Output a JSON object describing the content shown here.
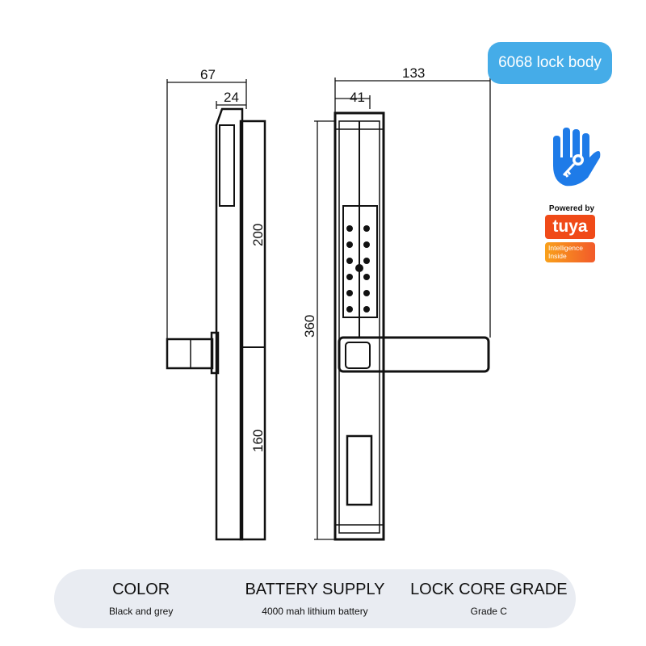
{
  "badge": "6068 lock body",
  "dimensions": {
    "total_depth": "67",
    "front_depth": "24",
    "upper_height": "200",
    "lower_height": "160",
    "total_height": "360",
    "handle_length": "133",
    "body_width": "41"
  },
  "branding": {
    "powered_by": "Powered by",
    "tuya": "tuya",
    "intelligence": "Intelligence",
    "inside": "Inside"
  },
  "specs": [
    {
      "title": "COLOR",
      "value": "Black and grey"
    },
    {
      "title": "BATTERY SUPPLY",
      "value": "4000 mah lithium battery"
    },
    {
      "title": "LOCK CORE GRADE",
      "value": "Grade C"
    }
  ],
  "colors": {
    "badge": "#45ace8",
    "hand_icon": "#1e7be8",
    "tuya": "#f04a18",
    "spec_bar": "#e9ecf2"
  }
}
